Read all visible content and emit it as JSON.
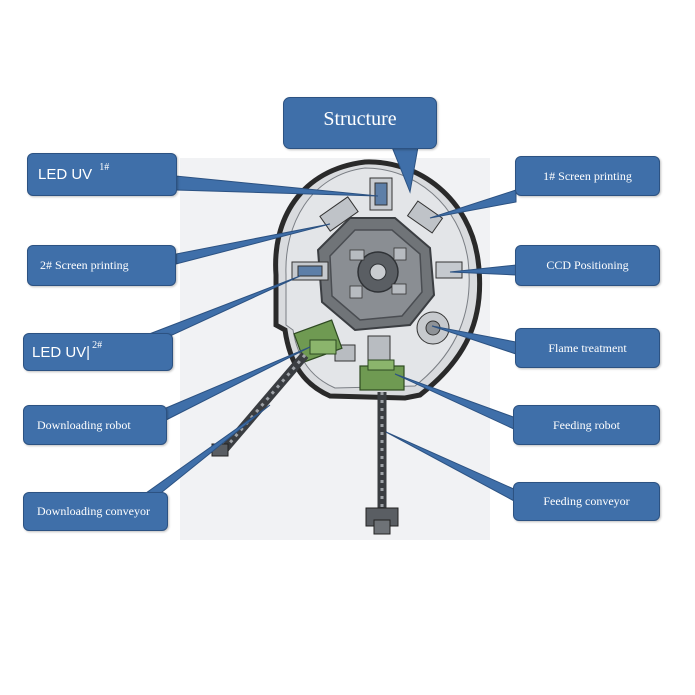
{
  "title": "Structure",
  "labels": {
    "led_uv_1": {
      "text": "LED UV",
      "sup": "1#"
    },
    "screen_printing_1": "1# Screen printing",
    "screen_printing_2": "2# Screen printing",
    "ccd_positioning": "CCD Positioning",
    "led_uv_2": {
      "text": "LED UV|",
      "sup": "2#"
    },
    "flame_treatment": "Flame treatment",
    "downloading_robot": "Downloading robot",
    "feeding_robot": "Feeding robot",
    "downloading_conveyor": "Downloading conveyor",
    "feeding_conveyor": "Feeding conveyor"
  },
  "colors": {
    "box_fill": "#3f6fa9",
    "box_border": "#2c5282",
    "machine_outline": "#2a2a2a",
    "machine_floor": "#d8dadd",
    "turntable": "#6d7278",
    "robot_green": "#6f9a52"
  }
}
